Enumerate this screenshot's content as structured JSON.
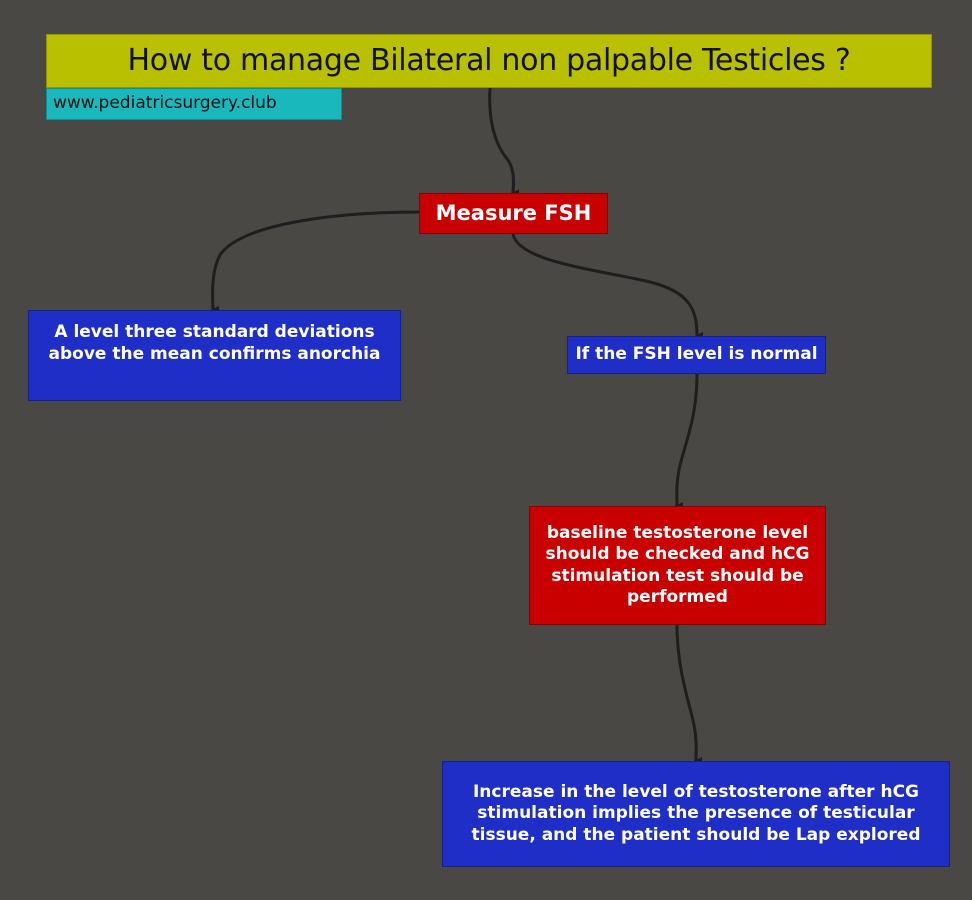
{
  "title": "How to manage Bilateral non palpable Testicles ?",
  "website": "www.pediatricsurgery.club",
  "colors": {
    "background": "#4a4845",
    "title_box": "#b9c000",
    "website_box": "#19b8bd",
    "red_node": "#c90000",
    "blue_node": "#1f2ec6",
    "edge": "#1e1e1e"
  },
  "nodes": {
    "measure_fsh": "Measure FSH",
    "anorchia": "A level three standard deviations above the mean confirms anorchia",
    "fsh_normal": "If the FSH level is normal",
    "baseline_test": "baseline testosterone level should be checked and hCG stimulation test should be performed",
    "testosterone_increase": "Increase in the level of testosterone after hCG stimulation implies the presence of testicular tissue, and the patient should be Lap explored"
  },
  "edges": [
    {
      "from": "title",
      "to": "measure_fsh"
    },
    {
      "from": "measure_fsh",
      "to": "anorchia"
    },
    {
      "from": "measure_fsh",
      "to": "fsh_normal"
    },
    {
      "from": "fsh_normal",
      "to": "baseline_test"
    },
    {
      "from": "baseline_test",
      "to": "testosterone_increase"
    }
  ]
}
